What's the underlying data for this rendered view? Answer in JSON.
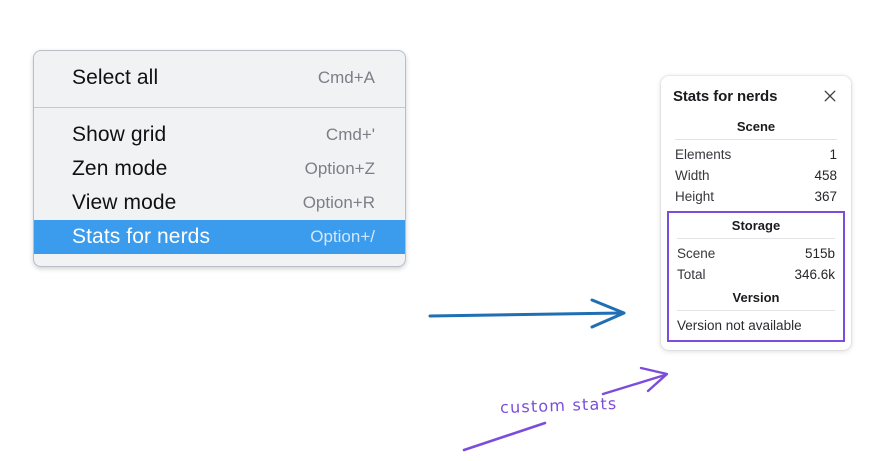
{
  "context_menu": {
    "groups": [
      {
        "items": [
          {
            "label": "Select all",
            "shortcut": "Cmd+A",
            "selected": false
          }
        ]
      },
      {
        "items": [
          {
            "label": "Show grid",
            "shortcut": "Cmd+'",
            "selected": false
          },
          {
            "label": "Zen mode",
            "shortcut": "Option+Z",
            "selected": false
          },
          {
            "label": "View mode",
            "shortcut": "Option+R",
            "selected": false
          },
          {
            "label": "Stats for nerds",
            "shortcut": "Option+/",
            "selected": true
          }
        ]
      }
    ]
  },
  "stats_panel": {
    "title": "Stats for nerds",
    "close_icon": "close-icon",
    "scene": {
      "heading": "Scene",
      "rows": [
        {
          "key": "Elements",
          "value": "1"
        },
        {
          "key": "Width",
          "value": "458"
        },
        {
          "key": "Height",
          "value": "367"
        }
      ]
    },
    "storage": {
      "heading": "Storage",
      "rows": [
        {
          "key": "Scene",
          "value": "515b"
        },
        {
          "key": "Total",
          "value": "346.6k"
        }
      ]
    },
    "version": {
      "heading": "Version",
      "text": "Version not available"
    }
  },
  "annotations": {
    "label": "custom stats",
    "arrow_color_blue": "#1f6fb2",
    "arrow_color_purple": "#7c4ddb",
    "highlight_color": "#7c4ddb"
  },
  "colors": {
    "selection_blue": "#3b9bed",
    "menu_background": "#f1f2f4",
    "menu_border": "#b9bfc8",
    "page_background": "#ffffff"
  }
}
